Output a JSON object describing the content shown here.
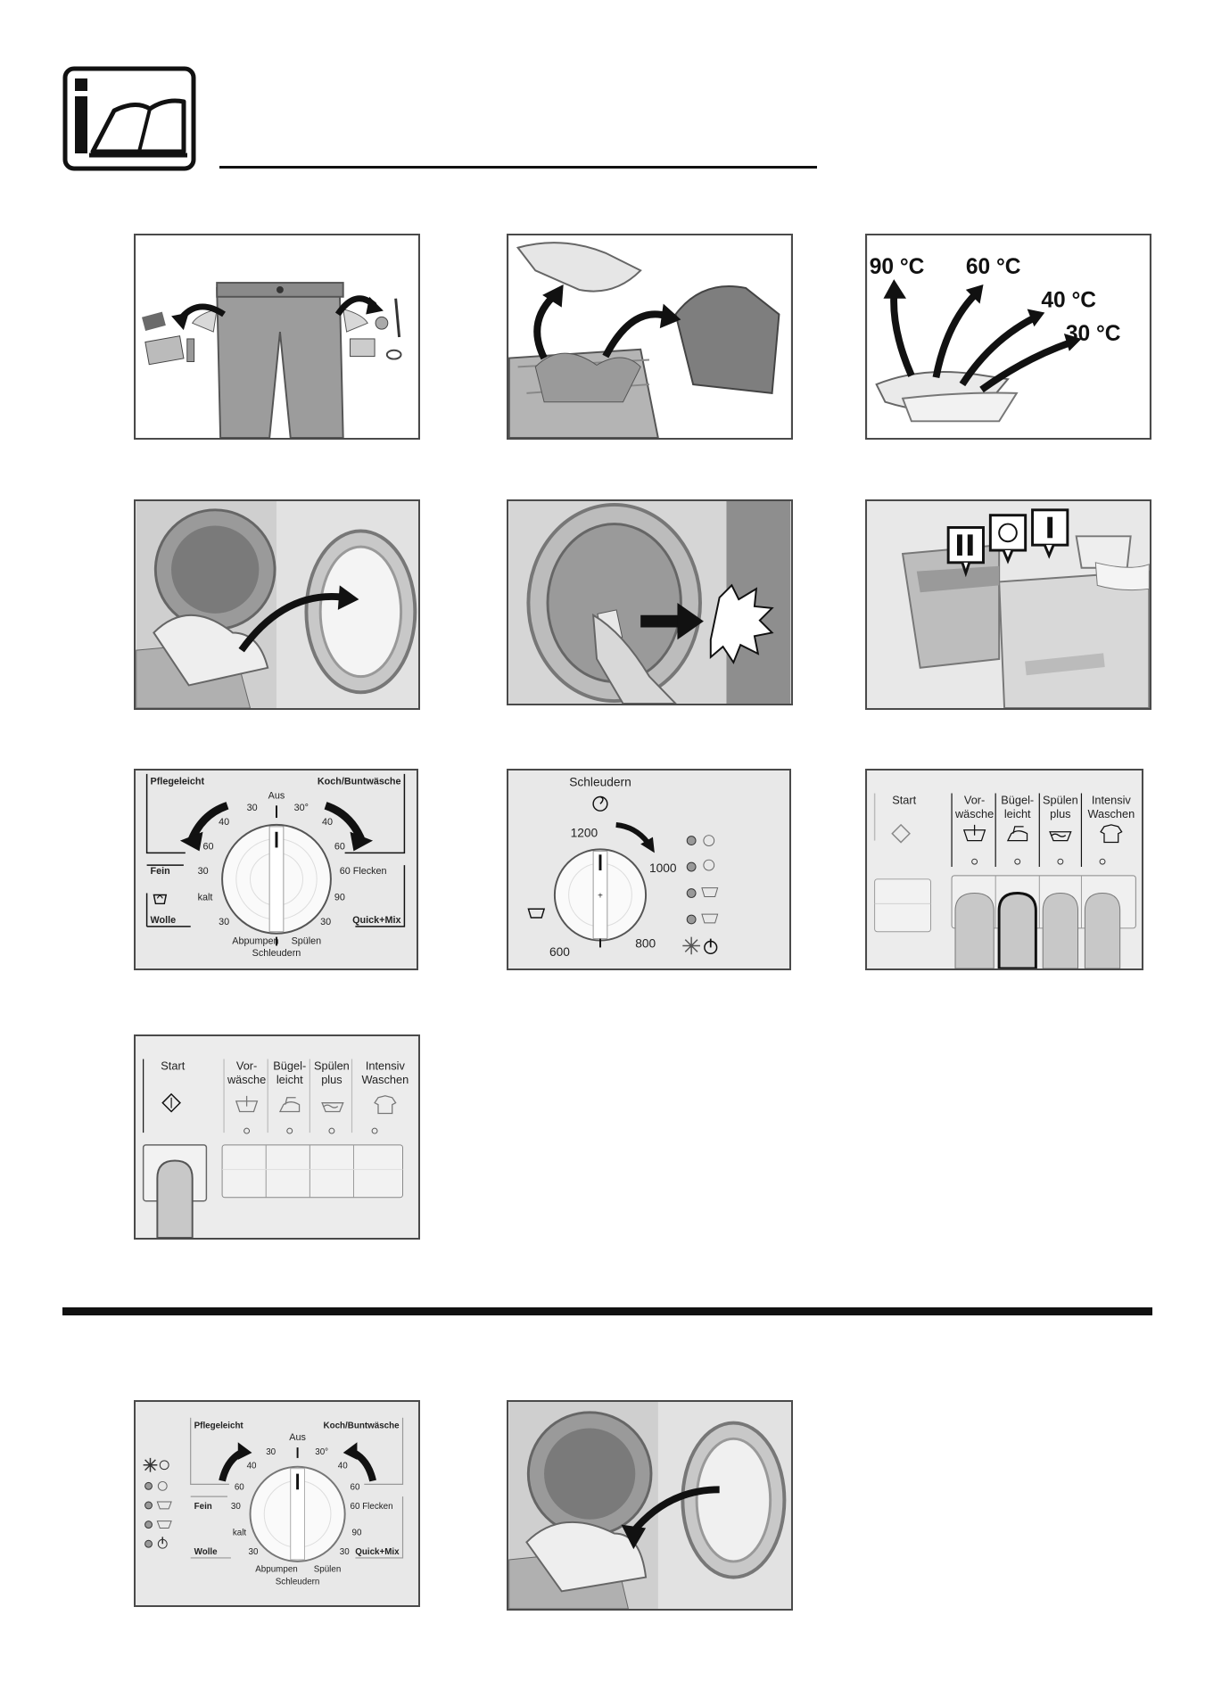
{
  "temperatures": [
    "90 °C",
    "60 °C",
    "40 °C",
    "30 °C"
  ],
  "program_dial": {
    "top_left_group": "Pflegeleicht",
    "top_right_group": "Koch/Buntwäsche",
    "off": "Aus",
    "left_labels": [
      "30",
      "40",
      "60",
      "30",
      "kalt",
      "30"
    ],
    "right_labels": [
      "30°",
      "40",
      "60",
      "60 Flecken",
      "90",
      "30"
    ],
    "left_groups": [
      "Fein",
      "Wolle"
    ],
    "right_group_bottom": "Quick+Mix",
    "bottom_labels": [
      "Abpumpen",
      "Spülen",
      "Schleudern"
    ]
  },
  "spin_dial": {
    "title": "Schleudern",
    "speeds": [
      "1200",
      "1000",
      "800",
      "600"
    ]
  },
  "option_panel": {
    "start": "Start",
    "options": [
      {
        "line1": "Vor-",
        "line2": "wäsche"
      },
      {
        "line1": "Bügel-",
        "line2": "leicht"
      },
      {
        "line1": "Spülen",
        "line2": "plus"
      },
      {
        "line1": "Intensiv",
        "line2": "Waschen"
      }
    ]
  },
  "icons": [
    "info-manual-icon",
    "start-icon",
    "prewash-icon",
    "iron-icon",
    "rinse-plus-icon",
    "shirt-icon",
    "spin-icon",
    "power-icon"
  ]
}
